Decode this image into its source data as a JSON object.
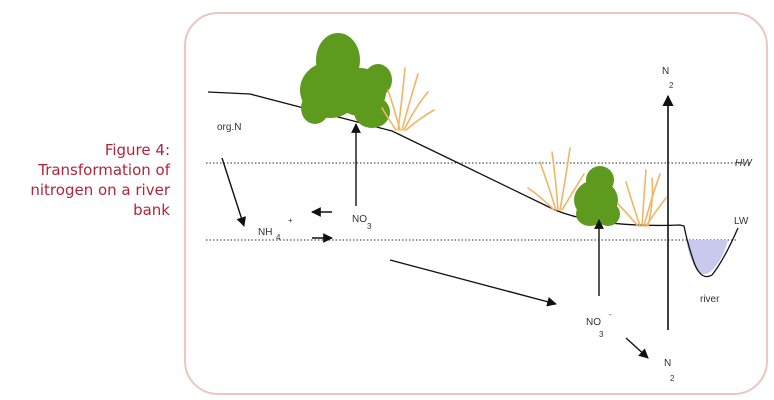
{
  "caption": {
    "line1": "Figure 4:",
    "line2": "Transformation of",
    "line3": "nitrogen on a river",
    "line4": "bank"
  },
  "labels": {
    "org_n": "org.N",
    "nh4": "NH",
    "nh4_sub": "4",
    "nh4_sup": "+",
    "no3_left": "NO",
    "no3_left_sub": "3",
    "no3_low": "NO",
    "no3_low_sub": "3",
    "no3_low_sup": "-",
    "n2_top": "N",
    "n2_top_sub": "2",
    "n2_bottom": "N",
    "n2_bottom_sub": "2",
    "hw": "HW",
    "lw": "LW",
    "river": "river"
  },
  "colors": {
    "caption": "#b5243a",
    "frame_border": "#ecc6c0",
    "tree": "#5e9a1e",
    "grass": "#f1b566",
    "water": "#c9c9ee",
    "line": "#111111"
  }
}
